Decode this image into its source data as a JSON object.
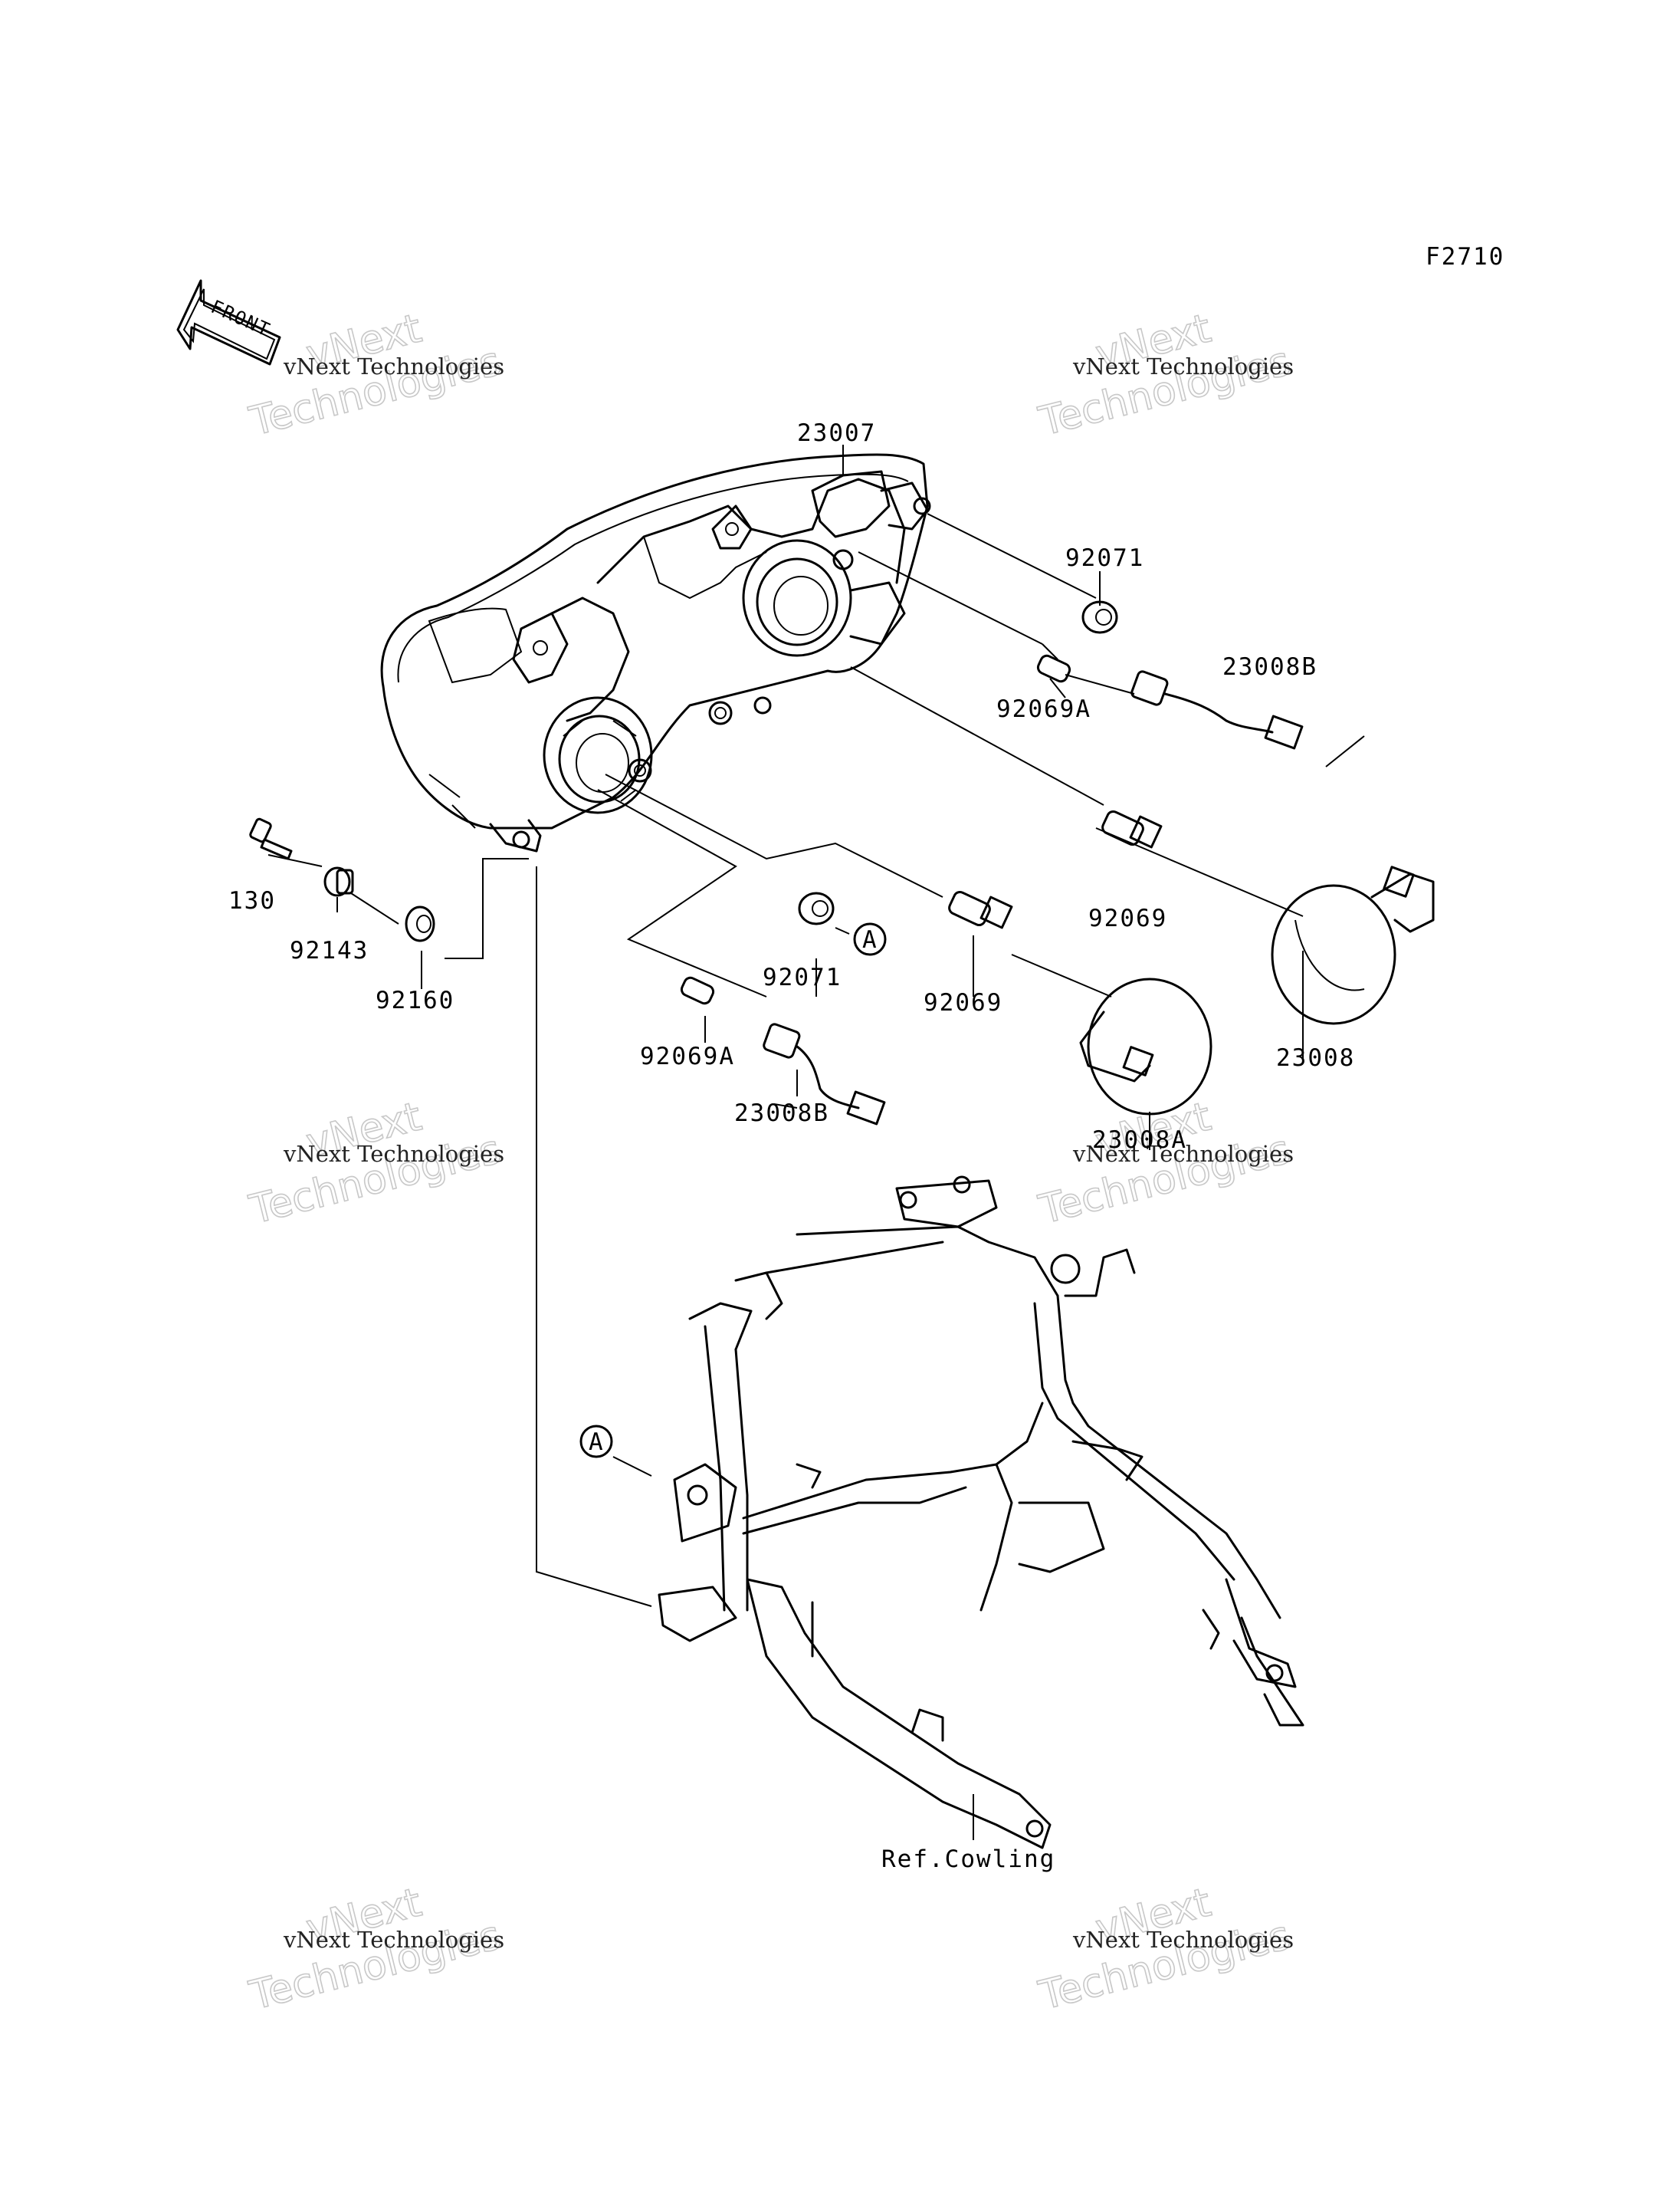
{
  "diagram": {
    "figure_code": "F2710",
    "front_label": "FRONT",
    "ref_label": "Ref.Cowling",
    "circle_marker": "A",
    "watermark": {
      "line1": "vNext Technologies",
      "line2a": "vNext",
      "line2b": "Technologies"
    },
    "part_labels": {
      "p23007": "23007",
      "p92071_top": "92071",
      "p92069A_top": "92069A",
      "p23008B_top": "23008B",
      "p130": "130",
      "p92143": "92143",
      "p92160": "92160",
      "p92071_mid": "92071",
      "p92069_mid": "92069",
      "p92069_right": "92069",
      "p23008": "23008",
      "p92069A_low": "92069A",
      "p23008B_low": "23008B",
      "p23008A": "23008A"
    }
  }
}
